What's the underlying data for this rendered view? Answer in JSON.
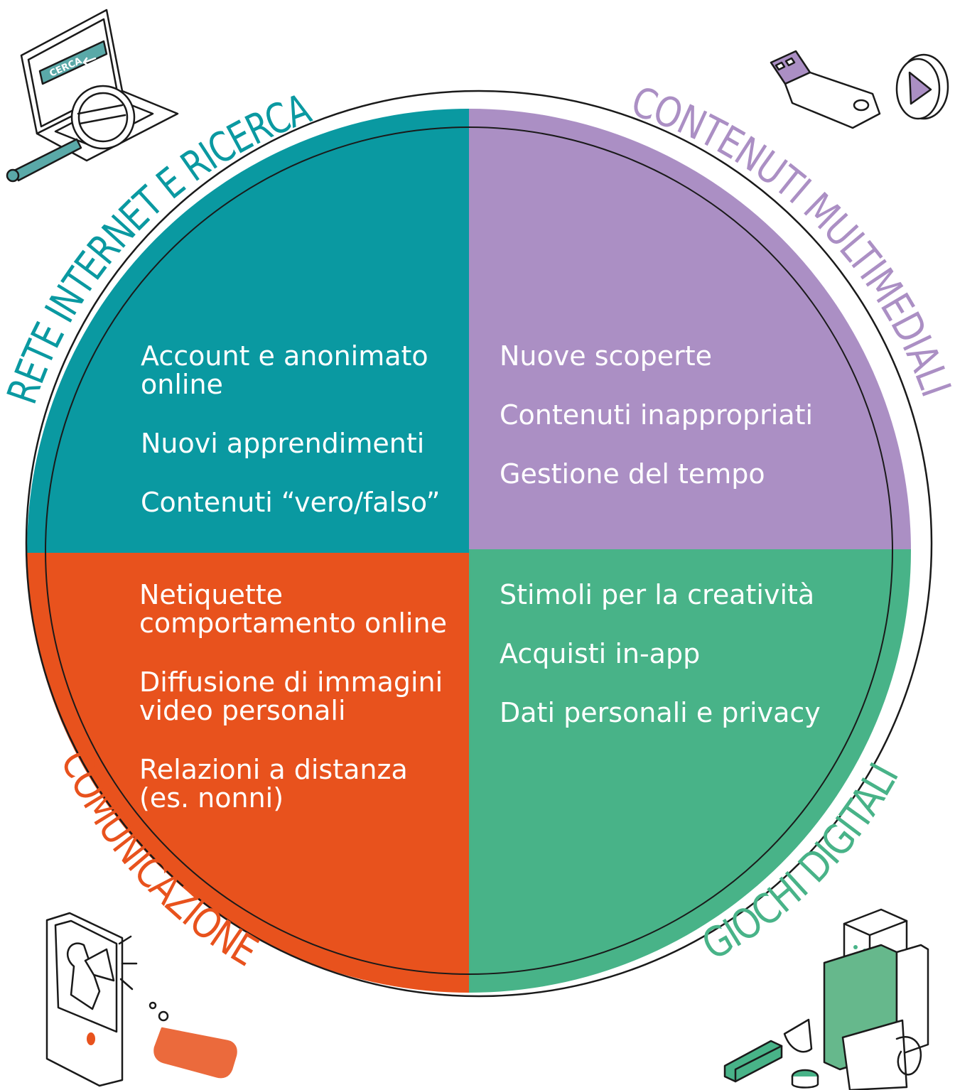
{
  "colors": {
    "teal": "#0a99a1",
    "purple": "#ab8fc4",
    "orange": "#e8521d",
    "green": "#48b388",
    "outline": "#1a1a1a"
  },
  "quadrants": {
    "teal": {
      "title": "RETE INTERNET E RICERCA",
      "items": [
        "Account e anonimato\nonline",
        "Nuovi apprendimenti",
        "Contenuti “vero/falso”"
      ]
    },
    "purple": {
      "title": "CONTENUTI MULTIMEDIALI",
      "items": [
        "Nuove scoperte",
        "Contenuti inappropriati",
        "Gestione del tempo"
      ]
    },
    "orange": {
      "title": "COMUNICAZIONE",
      "items": [
        "Netiquette\ncomportamento online",
        "Diffusione di immagini\nvideo personali",
        "Relazioni a distanza\n(es. nonni)"
      ]
    },
    "green": {
      "title": "GIOCHI DIGITALI",
      "items": [
        "Stimoli per la creatività",
        "Acquisti in-app",
        "Dati personali e privacy"
      ]
    }
  },
  "illustrations": {
    "laptop": {
      "icon": "laptop-search-icon",
      "button_text": "CERCA"
    },
    "usb": {
      "icon": "usb-drive-play-icon"
    },
    "phone": {
      "icon": "phone-megaphone-icon"
    },
    "robot": {
      "icon": "robot-toys-icon"
    }
  }
}
